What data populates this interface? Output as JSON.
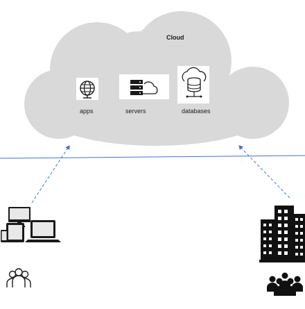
{
  "diagram": {
    "cloud_title": "Cloud",
    "services": [
      {
        "label": "apps",
        "icon": "globe-icon"
      },
      {
        "label": "servers",
        "icon": "server-cloud-icon"
      },
      {
        "label": "databases",
        "icon": "database-cloud-icon"
      }
    ],
    "clients": [
      {
        "icon": "devices-icon"
      },
      {
        "icon": "people-outline-icon"
      },
      {
        "icon": "office-buildings-icon"
      },
      {
        "icon": "people-group-icon"
      }
    ],
    "colors": {
      "cloud_fill": "#d9d9d9",
      "boundary_line": "#4472c4",
      "arrow": "#4472c4",
      "icon": "#1a1a1a"
    }
  }
}
